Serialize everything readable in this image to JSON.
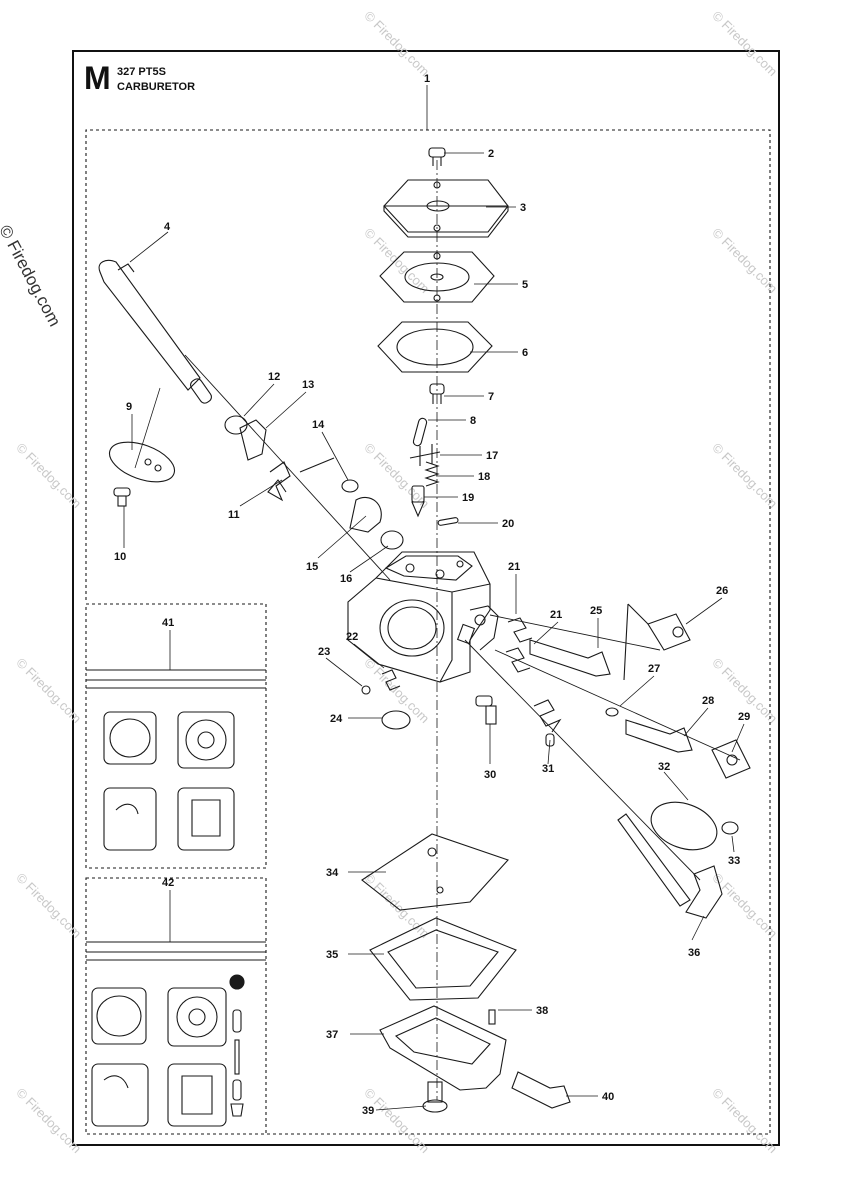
{
  "header": {
    "section_letter": "M",
    "model": "327 PT5S",
    "title": "CARBURETOR"
  },
  "watermark": "© Firedog.com",
  "colors": {
    "line": "#1a1a1a",
    "watermark": "#c8c8c8"
  },
  "callouts": [
    "1",
    "2",
    "3",
    "4",
    "5",
    "6",
    "7",
    "8",
    "9",
    "10",
    "11",
    "12",
    "13",
    "14",
    "15",
    "16",
    "17",
    "18",
    "19",
    "20",
    "21",
    "21",
    "22",
    "23",
    "24",
    "25",
    "26",
    "27",
    "28",
    "29",
    "30",
    "31",
    "32",
    "33",
    "34",
    "35",
    "36",
    "37",
    "38",
    "39",
    "40",
    "41",
    "42"
  ]
}
